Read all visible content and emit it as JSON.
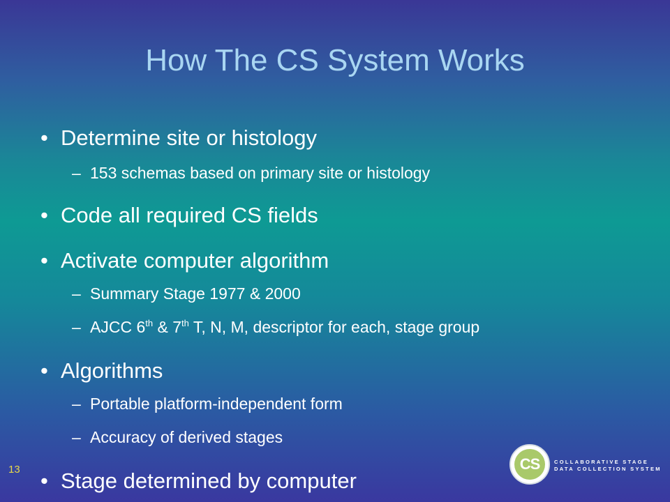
{
  "slide": {
    "title": "How The CS System Works",
    "page_number": "13"
  },
  "bullets": [
    {
      "text": "Determine site or histology",
      "sub": [
        {
          "text": "153 schemas based on primary site or histology"
        }
      ]
    },
    {
      "text": "Code all required CS fields",
      "sub": []
    },
    {
      "text": "Activate computer algorithm",
      "sub": [
        {
          "text": "Summary Stage 1977 & 2000"
        },
        {
          "text_a": "AJCC 6",
          "sup_a": "th",
          "text_b": " & 7",
          "sup_b": "th",
          "text_c": " T, N, M, descriptor for each, stage group"
        }
      ]
    },
    {
      "text": "Algorithms",
      "sub": [
        {
          "text": "Portable platform-independent form"
        },
        {
          "text": "Accuracy of derived stages"
        }
      ]
    },
    {
      "text": "Stage determined by computer",
      "sub": []
    }
  ],
  "markers": {
    "bullet": "•",
    "dash": "–"
  },
  "logo": {
    "initials": "CS",
    "line1": "COLLABORATIVE STAGE",
    "line2": "DATA COLLECTION SYSTEM",
    "colors": {
      "circle": "#a9c96a",
      "ring": "#ffffff"
    }
  },
  "colors": {
    "title": "#a9d6f2",
    "body_text": "#ffffff",
    "page_number": "#e8d84a",
    "background_top": "#3a3796",
    "background_mid": "#0e9a94",
    "background_bottom": "#3a38a0"
  }
}
